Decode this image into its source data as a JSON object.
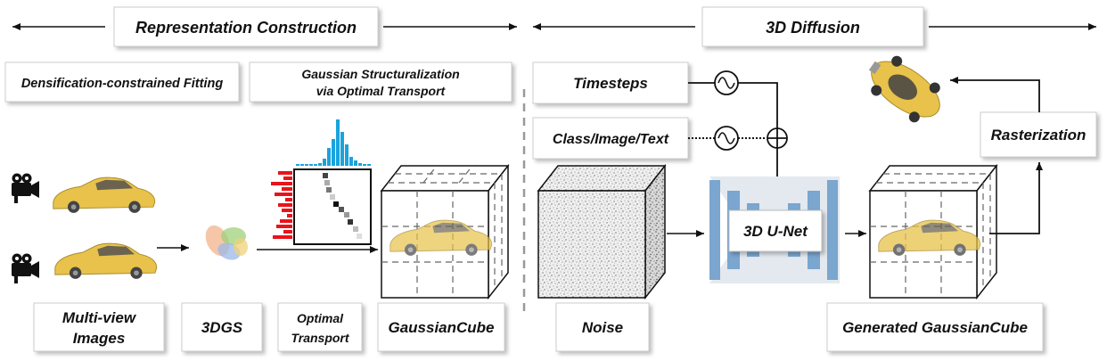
{
  "sections": {
    "left": "Representation Construction",
    "right": "3D Diffusion"
  },
  "stages": {
    "fitting": "Densification-constrained Fitting",
    "structuralization_line1": "Gaussian Structuralization",
    "structuralization_line2": "via Optimal Transport"
  },
  "labels": {
    "multiview_line1": "Multi-view",
    "multiview_line2": "Images",
    "gs3d": "3DGS",
    "ot_line1": "Optimal",
    "ot_line2": "Transport",
    "gaussiancube": "GaussianCube",
    "noise": "Noise",
    "generated": "Generated GaussianCube",
    "timesteps": "Timesteps",
    "condition": "Class/Image/Text",
    "unet": "3D U-Net",
    "rasterization": "Rasterization"
  },
  "colors": {
    "car": "#e8c24a",
    "histogram_top": "#1aa3dd",
    "histogram_left": "#e8141b",
    "unet_block": "#7aa6cf",
    "unet_bg": "#dfe7ef"
  },
  "icons": [
    "movie-camera-icon",
    "sine-wave-icon",
    "plus-circle-icon"
  ]
}
